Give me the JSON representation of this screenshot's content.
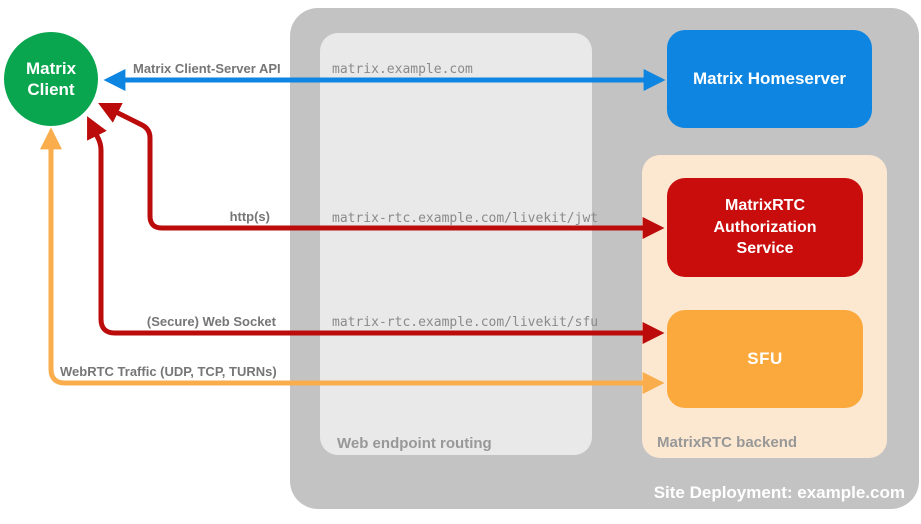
{
  "colors": {
    "client_green": "#0aa64f",
    "homeserver_blue": "#0e86e1",
    "auth_red": "#c90d0d",
    "red_arrow": "#bb0b0b",
    "sfu_orange": "#fba93d",
    "orange_arrow": "#f9ad4d",
    "backend_peach": "#fce8d1",
    "outer_gray": "#c3c3c3",
    "routing_gray": "#e9e9e9",
    "label_gray": "#767676",
    "url_gray": "#8a8a8a",
    "section_gray": "#989898"
  },
  "nodes": {
    "client": {
      "line1": "Matrix",
      "line2": "Client"
    },
    "homeserver": {
      "label": "Matrix Homeserver"
    },
    "auth_service": {
      "label": "MatrixRTC Authorization Service"
    },
    "sfu": {
      "label": "SFU"
    }
  },
  "containers": {
    "deployment": {
      "label": "Site Deployment: example.com"
    },
    "routing": {
      "label": "Web endpoint routing"
    },
    "backend": {
      "label": "MatrixRTC backend"
    }
  },
  "arrows": {
    "client_server_api": {
      "label": "Matrix Client-Server API",
      "endpoint": "matrix.example.com"
    },
    "https": {
      "label": "http(s)",
      "endpoint": "matrix-rtc.example.com/livekit/jwt"
    },
    "websocket": {
      "label": "(Secure) Web Socket",
      "endpoint": "matrix-rtc.example.com/livekit/sfu"
    },
    "webrtc": {
      "label": "WebRTC Traffic (UDP, TCP, TURNs)"
    }
  }
}
